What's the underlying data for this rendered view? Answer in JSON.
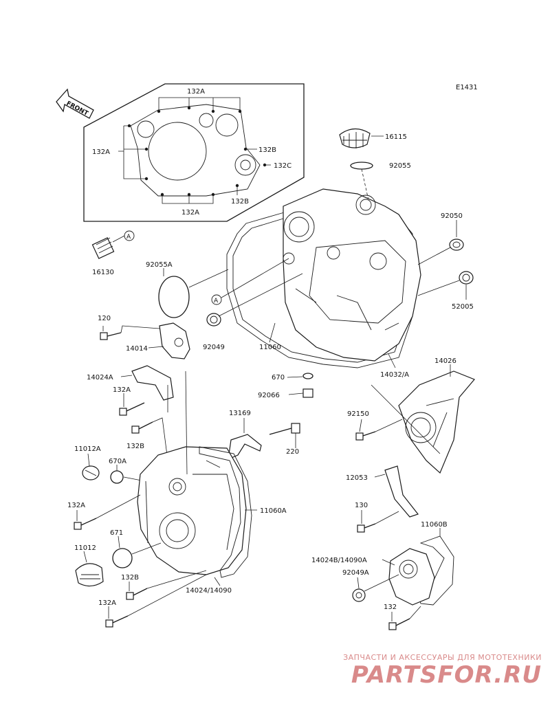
{
  "diagram_code": "E1431",
  "front_marker": "FRONT",
  "callouts": {
    "p132A_top": "132A",
    "p132A_left": "132A",
    "p132A_bottom": "132A",
    "p132B_right": "132B",
    "p132C": "132C",
    "p132B_lower": "132B",
    "p16115": "16115",
    "p92055": "92055",
    "p92050": "92050",
    "p16130": "16130",
    "p92055A": "92055A",
    "p52005": "52005",
    "p120": "120",
    "p14014": "14014",
    "p92049": "92049",
    "p11060": "11060",
    "p14032A": "14032/A",
    "p14026": "14026",
    "p14024A": "14024A",
    "p132A_mid": "132A",
    "p670": "670",
    "p92066": "92066",
    "p13169": "13169",
    "p92150": "92150",
    "p132B_mid": "132B",
    "p220": "220",
    "p11012A": "11012A",
    "p670A": "670A",
    "p12053": "12053",
    "p132A_lowleft": "132A",
    "p11060A": "11060A",
    "p130": "130",
    "p671": "671",
    "p11060B": "11060B",
    "p11012": "11012",
    "p14024B14090A": "14024B/14090A",
    "p92049A": "92049A",
    "p132B_bottom": "132B",
    "p1402414090": "14024/14090",
    "p132": "132",
    "p132A_bottom2": "132A",
    "refA_1": "A",
    "refA_2": "A"
  },
  "watermark": {
    "tagline": "ЗАПЧАСТИ И АКСЕССУАРЫ ДЛЯ МОТОТЕХНИКИ",
    "logo": "PARTSFOR.RU"
  }
}
